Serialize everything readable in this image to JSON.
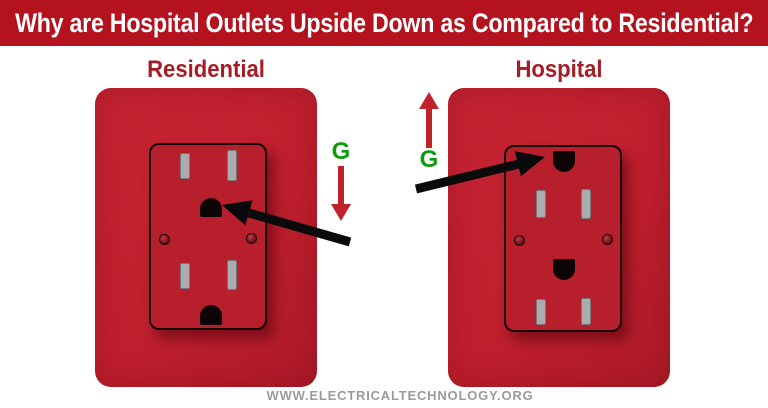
{
  "banner": {
    "title": "Why are Hospital Outlets Upside Down as Compared to Residential?"
  },
  "panels": [
    {
      "label": "Residential",
      "g_label": "G",
      "ground_direction": "down",
      "outlet": "red duplex receptacle, ground pin holes facing down"
    },
    {
      "label": "Hospital",
      "g_label": "G",
      "ground_direction": "up",
      "outlet": "red duplex receptacle, ground pin holes facing up"
    }
  ],
  "footer": {
    "url": "WWW.ELECTRICALTECHNOLOGY.ORG"
  },
  "colors": {
    "banner_red": "#B5121F",
    "plate_red": "#C1202E",
    "faceplate_red": "#B81F2C",
    "label_red": "#A81C26",
    "ground_green": "#0E9C0E",
    "direction_arrow_red": "#C0222C",
    "pointer_black": "#0A0A0A",
    "slot_grey": "#A9ABAD",
    "hole_black": "#0D0406",
    "footer_grey": "#9B9B9B",
    "background": "#FFFFFF"
  }
}
